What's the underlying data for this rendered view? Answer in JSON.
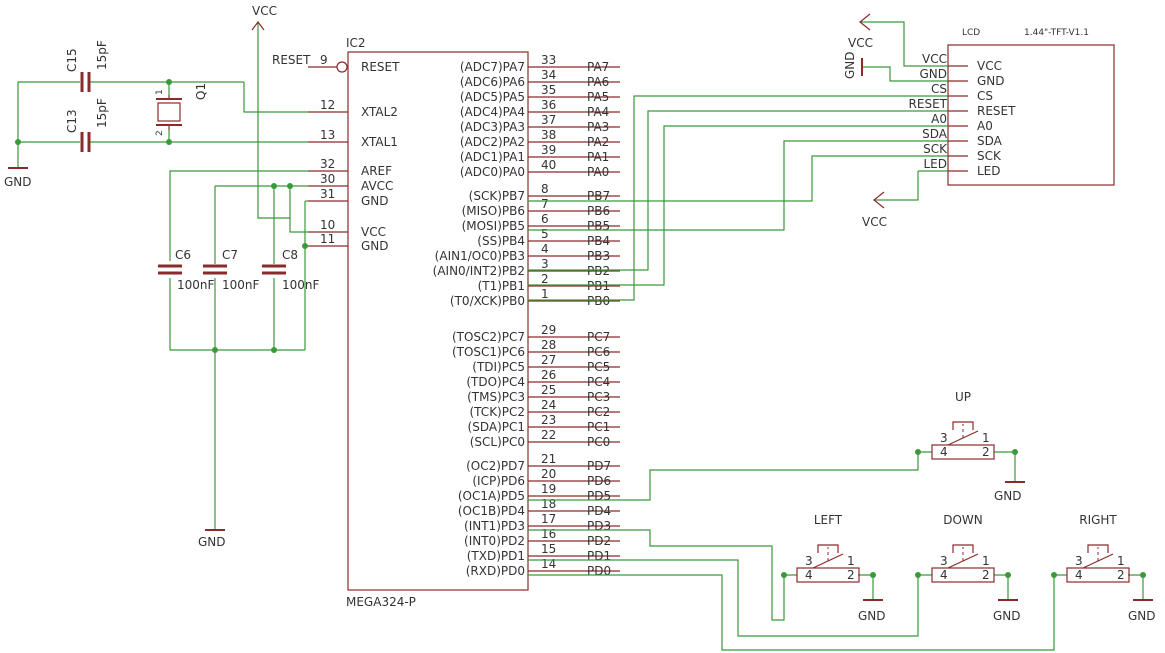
{
  "ic": {
    "name": "IC2",
    "part": "MEGA324-P",
    "left_pins": [
      {
        "num": "9",
        "name": "RESET"
      },
      {
        "num": "12",
        "name": "XTAL2"
      },
      {
        "num": "13",
        "name": "XTAL1"
      },
      {
        "num": "32",
        "name": "AREF"
      },
      {
        "num": "30",
        "name": "AVCC"
      },
      {
        "num": "31",
        "name": "GND"
      },
      {
        "num": "10",
        "name": "VCC"
      },
      {
        "num": "11",
        "name": "GND"
      }
    ],
    "right_pins": [
      {
        "num": "33",
        "name": "(ADC7)PA7",
        "net": "PA7"
      },
      {
        "num": "34",
        "name": "(ADC6)PA6",
        "net": "PA6"
      },
      {
        "num": "35",
        "name": "(ADC5)PA5",
        "net": "PA5"
      },
      {
        "num": "36",
        "name": "(ADC4)PA4",
        "net": "PA4"
      },
      {
        "num": "37",
        "name": "(ADC3)PA3",
        "net": "PA3"
      },
      {
        "num": "38",
        "name": "(ADC2)PA2",
        "net": "PA2"
      },
      {
        "num": "39",
        "name": "(ADC1)PA1",
        "net": "PA1"
      },
      {
        "num": "40",
        "name": "(ADC0)PA0",
        "net": "PA0"
      },
      {
        "num": "8",
        "name": "(SCK)PB7",
        "net": "PB7"
      },
      {
        "num": "7",
        "name": "(MISO)PB6",
        "net": "PB6"
      },
      {
        "num": "6",
        "name": "(MOSI)PB5",
        "net": "PB5"
      },
      {
        "num": "5",
        "name": "(SS)PB4",
        "net": "PB4"
      },
      {
        "num": "4",
        "name": "(AIN1/OC0)PB3",
        "net": "PB3"
      },
      {
        "num": "3",
        "name": "(AIN0/INT2)PB2",
        "net": "PB2"
      },
      {
        "num": "2",
        "name": "(T1)PB1",
        "net": "PB1"
      },
      {
        "num": "1",
        "name": "(T0/XCK)PB0",
        "net": "PB0"
      },
      {
        "num": "29",
        "name": "(TOSC2)PC7",
        "net": "PC7"
      },
      {
        "num": "28",
        "name": "(TOSC1)PC6",
        "net": "PC6"
      },
      {
        "num": "27",
        "name": "(TDI)PC5",
        "net": "PC5"
      },
      {
        "num": "26",
        "name": "(TDO)PC4",
        "net": "PC4"
      },
      {
        "num": "25",
        "name": "(TMS)PC3",
        "net": "PC3"
      },
      {
        "num": "24",
        "name": "(TCK)PC2",
        "net": "PC2"
      },
      {
        "num": "23",
        "name": "(SDA)PC1",
        "net": "PC1"
      },
      {
        "num": "22",
        "name": "(SCL)PC0",
        "net": "PC0"
      },
      {
        "num": "21",
        "name": "(OC2)PD7",
        "net": "PD7"
      },
      {
        "num": "20",
        "name": "(ICP)PD6",
        "net": "PD6"
      },
      {
        "num": "19",
        "name": "(OC1A)PD5",
        "net": "PD5"
      },
      {
        "num": "18",
        "name": "(OC1B)PD4",
        "net": "PD4"
      },
      {
        "num": "17",
        "name": "(INT1)PD3",
        "net": "PD3"
      },
      {
        "num": "16",
        "name": "(INT0)PD2",
        "net": "PD2"
      },
      {
        "num": "15",
        "name": "(TXD)PD1",
        "net": "PD1"
      },
      {
        "num": "14",
        "name": "(RXD)PD0",
        "net": "PD0"
      }
    ],
    "reset_net": "RESET"
  },
  "lcd": {
    "name": "LCD",
    "model": "1.44\"-TFT-V1.1",
    "pins": [
      "VCC",
      "GND",
      "CS",
      "RESET",
      "A0",
      "SDA",
      "SCK",
      "LED"
    ]
  },
  "power": {
    "vcc": "VCC",
    "gnd": "GND"
  },
  "crystal": {
    "name": "Q1",
    "pin1": "1",
    "pin2": "2"
  },
  "caps": [
    {
      "name": "C15",
      "value": "15pF"
    },
    {
      "name": "C13",
      "value": "15pF"
    },
    {
      "name": "C6",
      "value": "100nF"
    },
    {
      "name": "C7",
      "value": "100nF"
    },
    {
      "name": "C8",
      "value": "100nF"
    }
  ],
  "buttons": [
    {
      "label": "UP"
    },
    {
      "label": "LEFT"
    },
    {
      "label": "DOWN"
    },
    {
      "label": "RIGHT"
    }
  ],
  "switch_pins": [
    "1",
    "2",
    "3",
    "4"
  ]
}
